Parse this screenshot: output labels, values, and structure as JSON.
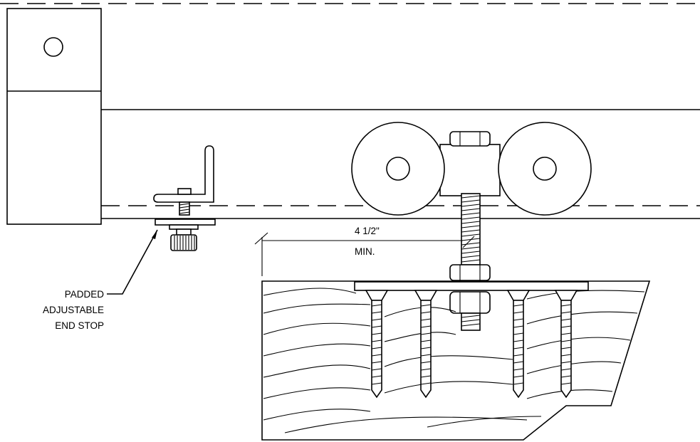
{
  "dimension": {
    "value": "4 1/2\"",
    "qualifier": "MIN."
  },
  "callout": {
    "line1": "PADDED",
    "line2": "ADJUSTABLE",
    "line3": "END STOP"
  }
}
